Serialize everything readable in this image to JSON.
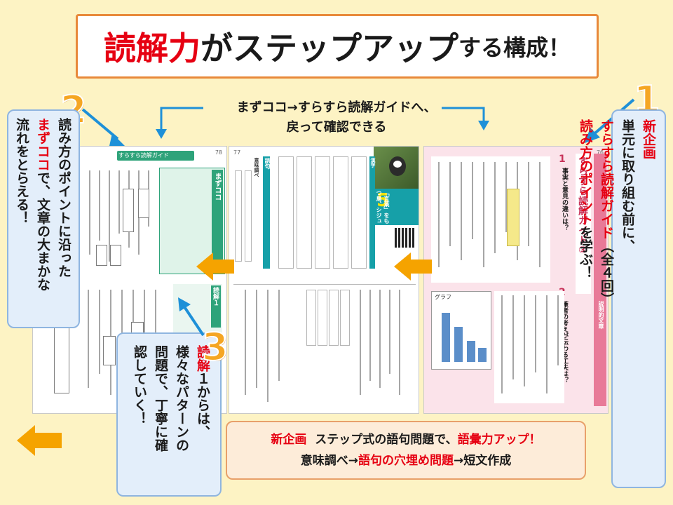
{
  "title": {
    "part1": "読解力",
    "part2": "がステップアップ",
    "part3": "する構成！"
  },
  "top_caption": {
    "line1": "まずココ→すらすら読解ガイドへ、",
    "line2": "戻って確認できる"
  },
  "numbers": [
    "2",
    "1",
    "3"
  ],
  "callout_left": {
    "col1": "読み方のポイントに沿った",
    "col2_red": "まずココ",
    "col2_rest": "で、文章の大まかな",
    "col3": "流れをとらえる！"
  },
  "callout_right": {
    "col1_red": "新企画",
    "col2": "単元に取り組む前に、",
    "col3_red": "すらすら読解ガイド",
    "col3_rest": "（全４回）",
    "col4_red": "読み方のポイント",
    "col4_rest": "を学ぶ！"
  },
  "callout_mid": {
    "col1_red": "読解",
    "col1_rest": "１からは、",
    "col2": "様々なパターンの",
    "col3": "問題で、丁寧に確",
    "col4": "認していく！"
  },
  "callout_bottom": {
    "line1_red1": "新企画",
    "line1_mid": "ステップ式の語句問題で、",
    "line1_red2": "語彙力アップ！",
    "line2_pre": "意味調べ→",
    "line2_red": "語句の穴埋め問題",
    "line2_post": "→短文作成"
  },
  "page_left": {
    "page_no": "78",
    "header": "すらすら読解ガイド",
    "badge_matome": "まずココ",
    "badge_dokkai": "読解１"
  },
  "page_center": {
    "page_no": "77",
    "lesson_no": "5",
    "lesson_title": "「言葉」をもつ鳥、シジュウカラ",
    "goku_label": "語句",
    "kanji_label": "漢字",
    "goku_sub": "意味調べ"
  },
  "page_right": {
    "page_no": "76",
    "guide_title": "すらすら読解ガイド",
    "guide_num": "③",
    "subject": "説明的文章",
    "point1": "事実と意見の違いは？",
    "point2": "筆者の考えが伝わる工夫は？",
    "graph_label": "グラフ"
  },
  "colors": {
    "accent_red": "#e60012",
    "number_orange": "#f5a623",
    "arrow_blue": "#1e90d8",
    "arrow_orange": "#f5a300",
    "background": "#fdf3c4"
  }
}
